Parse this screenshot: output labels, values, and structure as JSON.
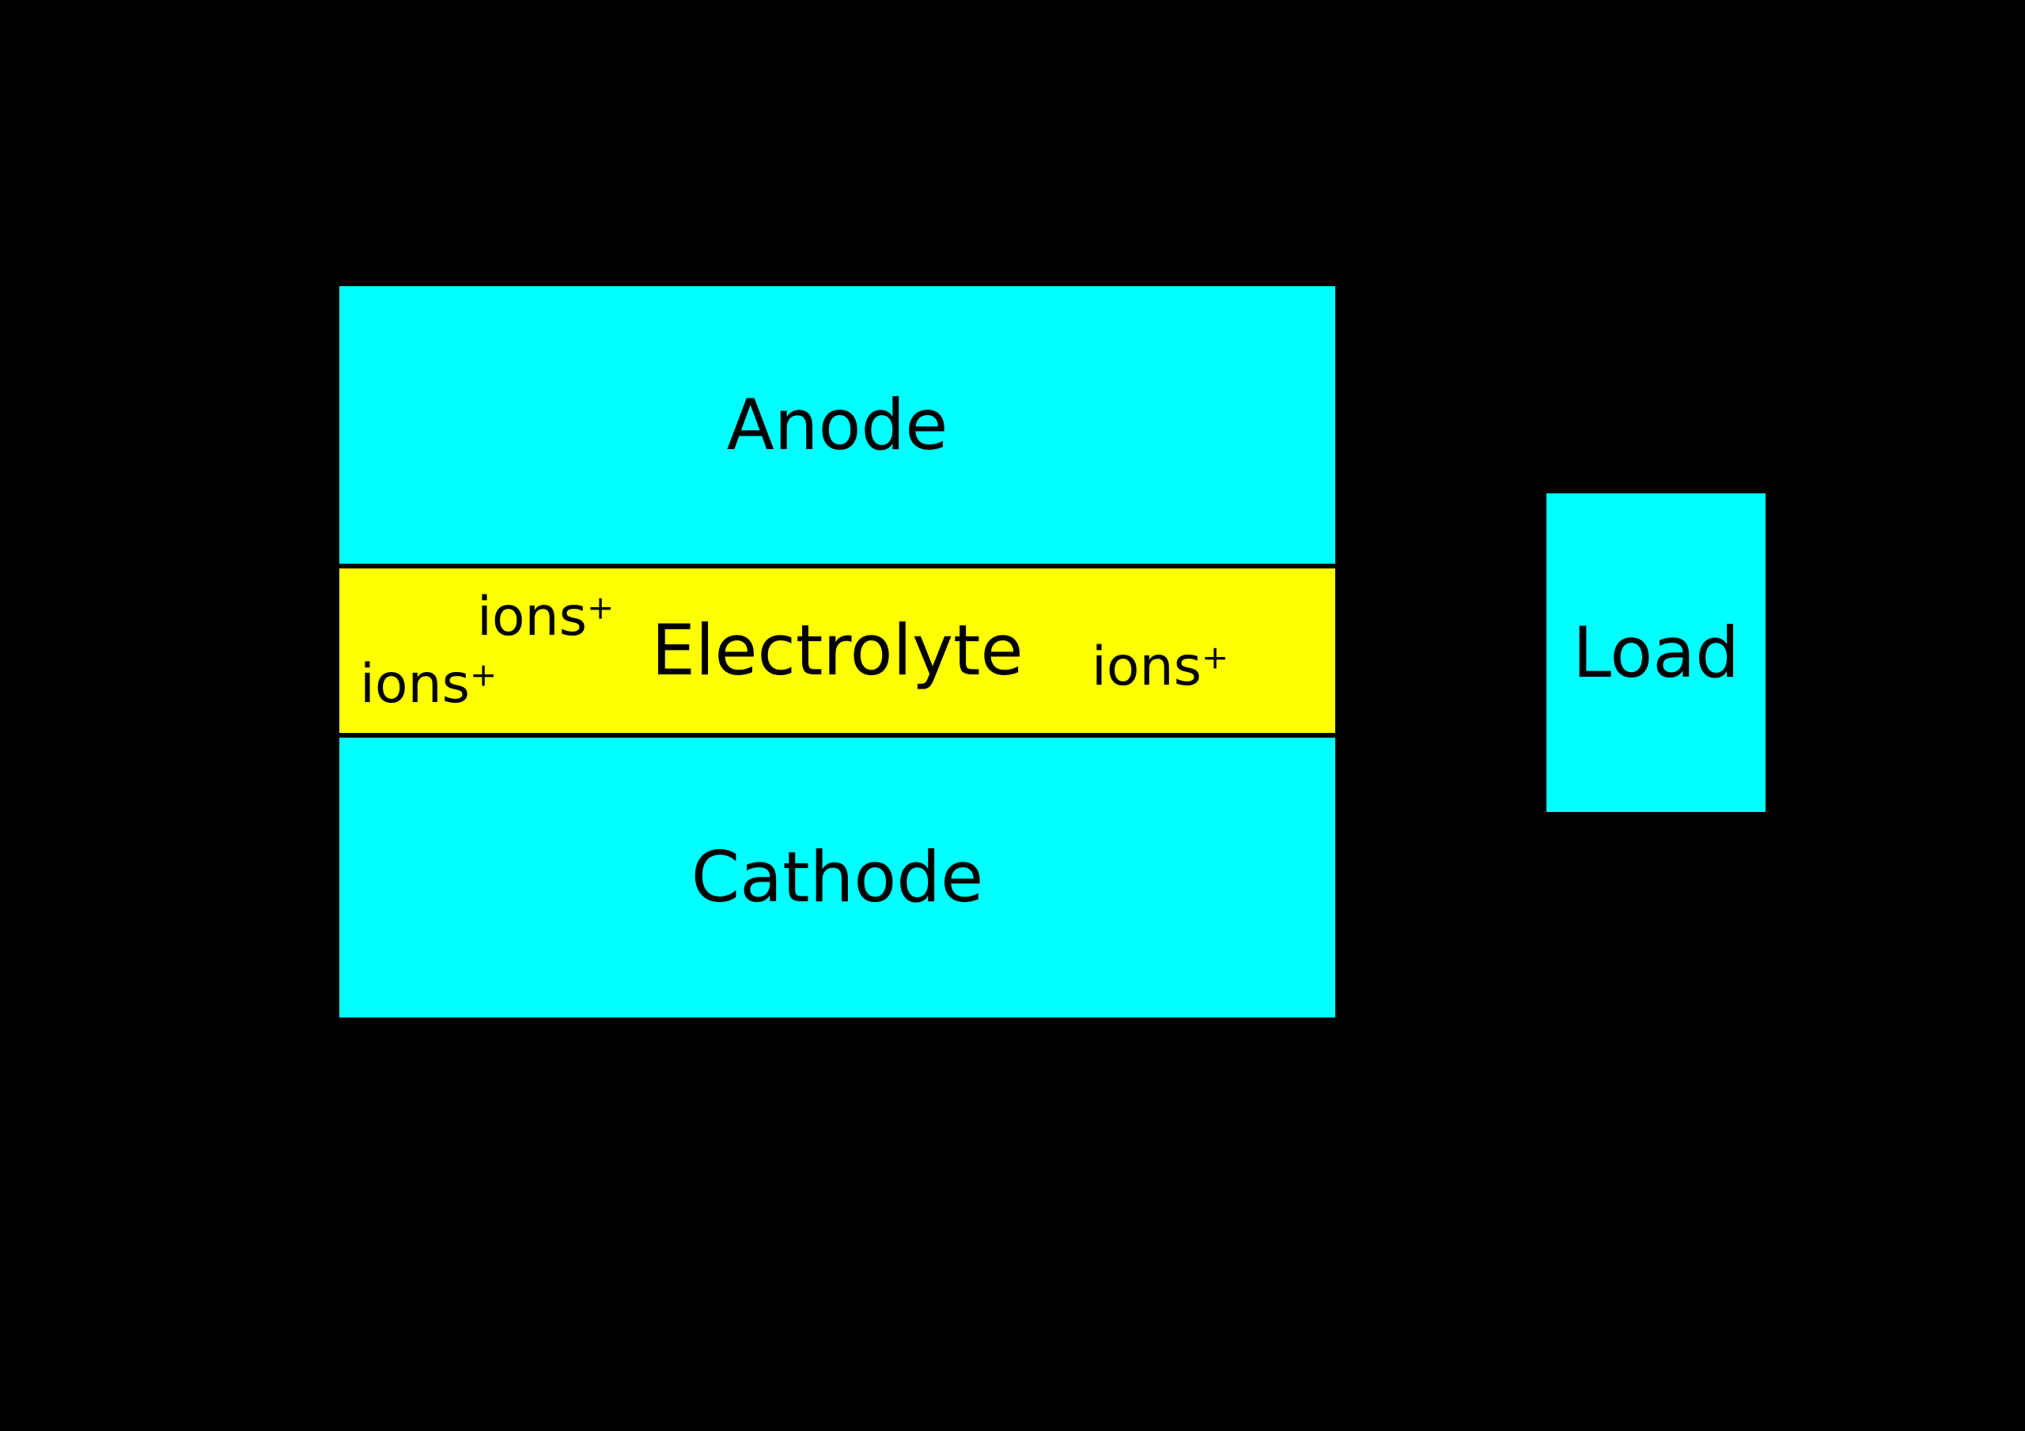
{
  "colors": {
    "background": "#000000",
    "electrode": "#00ffff",
    "electrolyte": "#ffff00",
    "separator": "#000000",
    "text": "#000000"
  },
  "stack": {
    "anode": {
      "label": "Anode"
    },
    "electrolyte": {
      "label": "Electrolyte",
      "ions": [
        {
          "base": "ions",
          "sup": "+"
        },
        {
          "base": "ions",
          "sup": "+"
        },
        {
          "base": "ions",
          "sup": "+"
        }
      ]
    },
    "cathode": {
      "label": "Cathode"
    }
  },
  "load": {
    "label": "Load"
  }
}
